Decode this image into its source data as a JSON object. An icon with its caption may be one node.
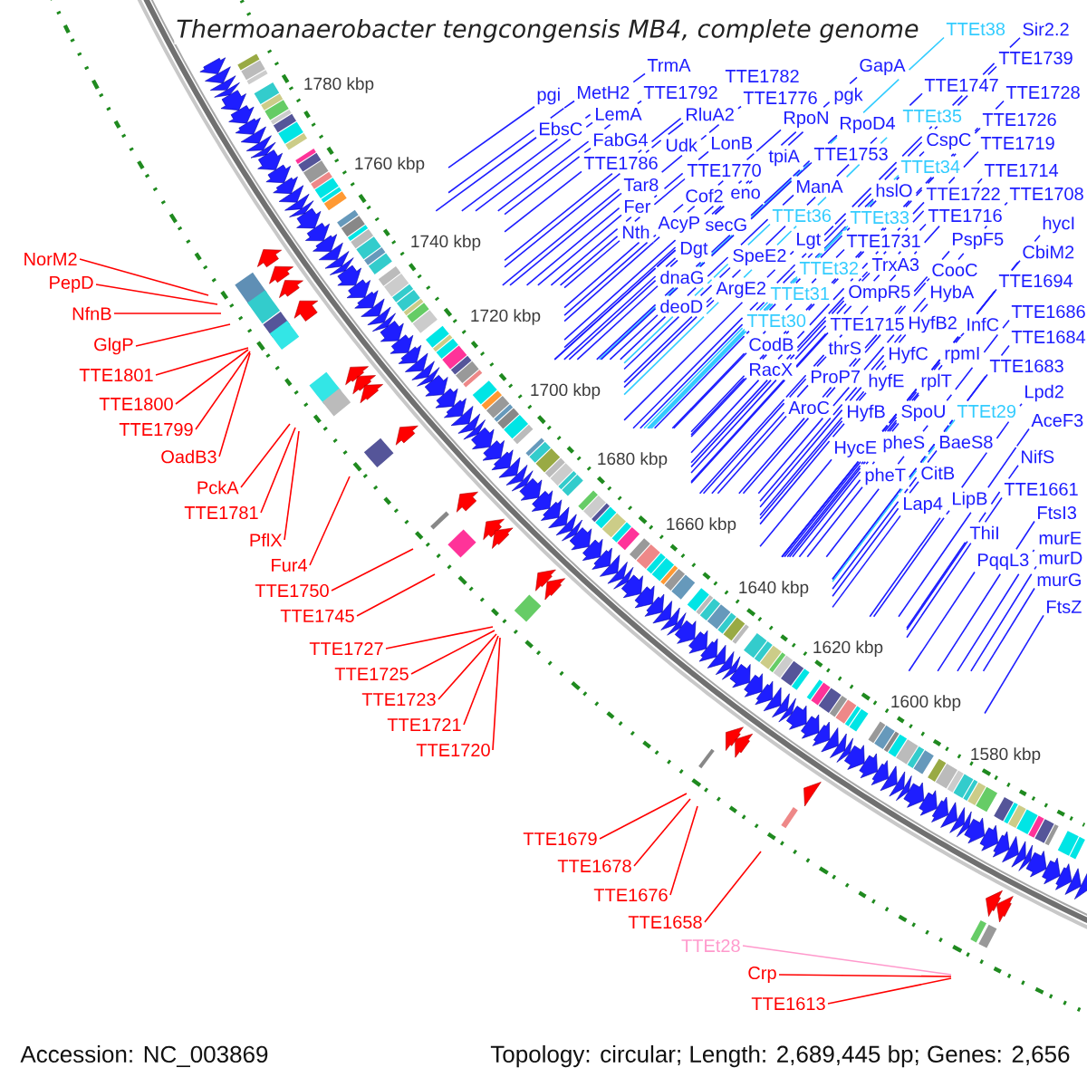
{
  "diagram": {
    "title": "Thermoanaerobacter tengcongensis MB4, complete genome",
    "nodes": [
      {
        "text": [
          "TTEt38"
        ]
      },
      {
        "text": [
          "Sir2.2"
        ]
      },
      {
        "text": [
          "TTE1739"
        ]
      },
      {
        "text": [
          "TrmA"
        ]
      },
      {
        "text": [
          "GapA"
        ]
      },
      {
        "text": [
          "TTE1782"
        ]
      },
      {
        "text": [
          "TTE1747"
        ]
      },
      {
        "text": [
          "MetH2"
        ]
      },
      {
        "text": [
          "TTE1792"
        ]
      },
      {
        "text": [
          "TTE1728"
        ]
      },
      {
        "text": [
          "pgi"
        ]
      },
      {
        "text": [
          "pgk"
        ]
      },
      {
        "text": [
          "TTE1776"
        ]
      },
      {
        "text": [
          "LemA"
        ]
      },
      {
        "text": [
          "RluA2"
        ]
      },
      {
        "text": [
          "TTEt35"
        ]
      },
      {
        "text": [
          "RpoN"
        ]
      },
      {
        "text": [
          "TTE1726"
        ]
      },
      {
        "text": [
          "RpoD4"
        ]
      },
      {
        "text": [
          "EbsC"
        ]
      },
      {
        "text": [
          "FabG4"
        ]
      },
      {
        "text": [
          "CspC"
        ]
      },
      {
        "text": [
          "LonB"
        ]
      },
      {
        "text": [
          "TTE1719"
        ]
      },
      {
        "text": [
          "Udk"
        ]
      },
      {
        "text": [
          "TTE1753"
        ]
      },
      {
        "text": [
          "tpiA"
        ]
      },
      {
        "text": [
          "TTE1786"
        ]
      },
      {
        "text": [
          "TTEt34"
        ]
      },
      {
        "text": [
          "TTE1770"
        ]
      },
      {
        "text": [
          "TTE1714"
        ]
      },
      {
        "text": [
          "Tar8"
        ]
      },
      {
        "text": [
          "ManA"
        ]
      },
      {
        "text": [
          "hslO"
        ]
      },
      {
        "text": [
          "eno"
        ]
      },
      {
        "text": [
          "TTE1722"
        ]
      },
      {
        "text": [
          "TTE1708"
        ]
      },
      {
        "text": [
          "Cof2"
        ]
      },
      {
        "text": [
          "Fer"
        ]
      },
      {
        "text": [
          "TTEt36"
        ]
      },
      {
        "text": [
          "TTE1716"
        ]
      },
      {
        "text": [
          "TTEt33"
        ]
      },
      {
        "text": [
          "AcyP"
        ]
      },
      {
        "text": [
          "secG"
        ]
      },
      {
        "text": [
          "hycI"
        ]
      },
      {
        "text": [
          "Nth"
        ]
      },
      {
        "text": [
          "Lgt"
        ]
      },
      {
        "text": [
          "TTE1731"
        ]
      },
      {
        "text": [
          "PspF5"
        ]
      },
      {
        "text": [
          "Dgt"
        ]
      },
      {
        "text": [
          "CbiM2"
        ]
      },
      {
        "text": [
          "SpeE2"
        ]
      },
      {
        "text": [
          "TrxA3"
        ]
      },
      {
        "text": [
          "TTEt32"
        ]
      },
      {
        "text": [
          "CooC"
        ]
      },
      {
        "text": [
          "dnaG"
        ]
      },
      {
        "text": [
          "TTE1694"
        ]
      },
      {
        "text": [
          "ArgE2"
        ]
      },
      {
        "text": [
          "TTEt31"
        ]
      },
      {
        "text": [
          "OmpR5"
        ]
      },
      {
        "text": [
          "HybA"
        ]
      },
      {
        "text": [
          "deoD"
        ]
      },
      {
        "text": [
          "TTE1686"
        ]
      },
      {
        "text": [
          "TTEt30"
        ]
      },
      {
        "text": [
          "TTE1715"
        ]
      },
      {
        "text": [
          "HyfB2"
        ]
      },
      {
        "text": [
          "InfC"
        ]
      },
      {
        "text": [
          "TTE1684"
        ]
      },
      {
        "text": [
          "CodB"
        ]
      },
      {
        "text": [
          "thrS"
        ]
      },
      {
        "text": [
          "HyfC"
        ]
      },
      {
        "text": [
          "rpmI"
        ]
      },
      {
        "text": [
          "TTE1683"
        ]
      },
      {
        "text": [
          "RacX"
        ]
      },
      {
        "text": [
          "ProP7"
        ]
      },
      {
        "text": [
          "hyfE"
        ]
      },
      {
        "text": [
          "rplT"
        ]
      },
      {
        "text": [
          "Lpd2"
        ]
      },
      {
        "text": [
          "AroC"
        ]
      },
      {
        "text": [
          "TTEt29"
        ]
      },
      {
        "text": [
          "HyfB"
        ]
      },
      {
        "text": [
          "SpoU"
        ]
      },
      {
        "text": [
          "AceF3"
        ]
      },
      {
        "text": [
          "BaeS8"
        ]
      },
      {
        "text": [
          "pheS"
        ]
      },
      {
        "text": [
          "HycE"
        ]
      },
      {
        "text": [
          "NifS"
        ]
      },
      {
        "text": [
          "CitB"
        ]
      },
      {
        "text": [
          "pheT"
        ]
      },
      {
        "text": [
          "TTE1661"
        ]
      },
      {
        "text": [
          "LipB"
        ]
      },
      {
        "text": [
          "Lap4"
        ]
      },
      {
        "text": [
          "FtsI3"
        ]
      },
      {
        "text": [
          "ThiI"
        ]
      },
      {
        "text": [
          "murE"
        ]
      },
      {
        "text": [
          "murD"
        ]
      },
      {
        "text": [
          "PqqL3"
        ]
      },
      {
        "text": [
          "murG"
        ]
      },
      {
        "text": [
          "FtsZ"
        ]
      },
      {
        "text": [
          "NorM2"
        ]
      },
      {
        "text": [
          "PepD"
        ]
      },
      {
        "text": [
          "NfnB"
        ]
      },
      {
        "text": [
          "GlgP"
        ]
      },
      {
        "text": [
          "TTE1801"
        ]
      },
      {
        "text": [
          "TTE1800"
        ]
      },
      {
        "text": [
          "TTE1799"
        ]
      },
      {
        "text": [
          "OadB3"
        ]
      },
      {
        "text": [
          "PckA"
        ]
      },
      {
        "text": [
          "TTE1781"
        ]
      },
      {
        "text": [
          "PflX"
        ]
      },
      {
        "text": [
          "Fur4"
        ]
      },
      {
        "text": [
          "TTE1750"
        ]
      },
      {
        "text": [
          "TTE1745"
        ]
      },
      {
        "text": [
          "TTE1727"
        ]
      },
      {
        "text": [
          "TTE1725"
        ]
      },
      {
        "text": [
          "TTE1723"
        ]
      },
      {
        "text": [
          "TTE1721"
        ]
      },
      {
        "text": [
          "TTE1720"
        ]
      },
      {
        "text": [
          "TTE1679"
        ]
      },
      {
        "text": [
          "TTE1678"
        ]
      },
      {
        "text": [
          "TTE1676"
        ]
      },
      {
        "text": [
          "TTE1658"
        ]
      },
      {
        "text": [
          "TTEt28"
        ]
      },
      {
        "text": [
          "Crp"
        ]
      },
      {
        "text": [
          "TTE1613"
        ]
      }
    ],
    "edges": [
      {
        "from": 0,
        "to": null,
        "arrow": "none",
        "color": "#33ccff"
      },
      {
        "from": 1,
        "to": null,
        "arrow": "none"
      },
      {
        "from": 2,
        "to": null,
        "arrow": "none"
      },
      {
        "from": 3,
        "to": null,
        "arrow": "none"
      },
      {
        "from": 4,
        "to": null,
        "arrow": "none"
      },
      {
        "from": 5,
        "to": null,
        "arrow": "none"
      },
      {
        "from": 6,
        "to": null,
        "arrow": "none"
      },
      {
        "from": 7,
        "to": null,
        "arrow": "none"
      },
      {
        "from": 8,
        "to": null,
        "arrow": "none"
      },
      {
        "from": 9,
        "to": null,
        "arrow": "none"
      },
      {
        "from": 10,
        "to": null,
        "arrow": "none"
      },
      {
        "from": 11,
        "to": null,
        "arrow": "none"
      },
      {
        "from": 12,
        "to": null,
        "arrow": "none"
      },
      {
        "from": 13,
        "to": null,
        "arrow": "none"
      },
      {
        "from": 14,
        "to": null,
        "arrow": "none"
      },
      {
        "from": 15,
        "to": null,
        "arrow": "none",
        "color": "#33ccff"
      },
      {
        "from": 16,
        "to": null,
        "arrow": "none"
      },
      {
        "from": 17,
        "to": null,
        "arrow": "none"
      },
      {
        "from": 18,
        "to": null,
        "arrow": "none"
      },
      {
        "from": 19,
        "to": null,
        "arrow": "none"
      },
      {
        "from": 20,
        "to": null,
        "arrow": "none"
      },
      {
        "from": 21,
        "to": null,
        "arrow": "none"
      },
      {
        "from": 22,
        "to": null,
        "arrow": "none"
      },
      {
        "from": 23,
        "to": null,
        "arrow": "none"
      },
      {
        "from": 24,
        "to": null,
        "arrow": "none"
      },
      {
        "from": 25,
        "to": null,
        "arrow": "none"
      },
      {
        "from": 26,
        "to": null,
        "arrow": "none"
      },
      {
        "from": 27,
        "to": null,
        "arrow": "none"
      },
      {
        "from": 28,
        "to": null,
        "arrow": "none",
        "color": "#33ccff"
      },
      {
        "from": 29,
        "to": null,
        "arrow": "none"
      },
      {
        "from": 30,
        "to": null,
        "arrow": "none"
      },
      {
        "from": 31,
        "to": null,
        "arrow": "none"
      },
      {
        "from": 32,
        "to": null,
        "arrow": "none"
      },
      {
        "from": 33,
        "to": null,
        "arrow": "none"
      },
      {
        "from": 34,
        "to": null,
        "arrow": "none"
      },
      {
        "from": 35,
        "to": null,
        "arrow": "none"
      },
      {
        "from": 36,
        "to": null,
        "arrow": "none"
      },
      {
        "from": 37,
        "to": null,
        "arrow": "none"
      },
      {
        "from": 38,
        "to": null,
        "arrow": "none"
      },
      {
        "from": 39,
        "to": null,
        "arrow": "none",
        "color": "#33ccff"
      },
      {
        "from": 40,
        "to": null,
        "arrow": "none"
      },
      {
        "from": 41,
        "to": null,
        "arrow": "none",
        "color": "#33ccff"
      },
      {
        "from": 42,
        "to": null,
        "arrow": "none"
      },
      {
        "from": 43,
        "to": null,
        "arrow": "none"
      },
      {
        "from": 44,
        "to": null,
        "arrow": "none"
      },
      {
        "from": 45,
        "to": null,
        "arrow": "none"
      },
      {
        "from": 46,
        "to": null,
        "arrow": "none"
      },
      {
        "from": 47,
        "to": null,
        "arrow": "none"
      },
      {
        "from": 48,
        "to": null,
        "arrow": "none"
      },
      {
        "from": 49,
        "to": null,
        "arrow": "none"
      },
      {
        "from": 50,
        "to": null,
        "arrow": "none"
      },
      {
        "from": 51,
        "to": null,
        "arrow": "none"
      },
      {
        "from": 52,
        "to": null,
        "arrow": "none"
      },
      {
        "from": 53,
        "to": null,
        "arrow": "none",
        "color": "#33ccff"
      },
      {
        "from": 54,
        "to": null,
        "arrow": "none"
      },
      {
        "from": 55,
        "to": null,
        "arrow": "none"
      },
      {
        "from": 56,
        "to": null,
        "arrow": "none"
      },
      {
        "from": 57,
        "to": null,
        "arrow": "none"
      },
      {
        "from": 58,
        "to": null,
        "arrow": "none",
        "color": "#33ccff"
      },
      {
        "from": 59,
        "to": null,
        "arrow": "none"
      },
      {
        "from": 60,
        "to": null,
        "arrow": "none"
      },
      {
        "from": 61,
        "to": null,
        "arrow": "none"
      },
      {
        "from": 62,
        "to": null,
        "arrow": "none"
      },
      {
        "from": 63,
        "to": null,
        "arrow": "none",
        "color": "#33ccff"
      },
      {
        "from": 64,
        "to": null,
        "arrow": "none"
      },
      {
        "from": 65,
        "to": null,
        "arrow": "none"
      },
      {
        "from": 66,
        "to": null,
        "arrow": "none"
      },
      {
        "from": 67,
        "to": null,
        "arrow": "none"
      },
      {
        "from": 68,
        "to": null,
        "arrow": "none"
      },
      {
        "from": 69,
        "to": null,
        "arrow": "none"
      },
      {
        "from": 70,
        "to": null,
        "arrow": "none"
      },
      {
        "from": 71,
        "to": null,
        "arrow": "none"
      },
      {
        "from": 72,
        "to": null,
        "arrow": "none"
      },
      {
        "from": 73,
        "to": null,
        "arrow": "none"
      },
      {
        "from": 74,
        "to": null,
        "arrow": "none"
      },
      {
        "from": 75,
        "to": null,
        "arrow": "none"
      },
      {
        "from": 76,
        "to": null,
        "arrow": "none"
      },
      {
        "from": 77,
        "to": null,
        "arrow": "none"
      },
      {
        "from": 78,
        "to": null,
        "arrow": "none"
      },
      {
        "from": 79,
        "to": null,
        "arrow": "none",
        "color": "#33ccff"
      },
      {
        "from": 80,
        "to": null,
        "arrow": "none"
      },
      {
        "from": 81,
        "to": null,
        "arrow": "none"
      },
      {
        "from": 82,
        "to": null,
        "arrow": "none"
      },
      {
        "from": 83,
        "to": null,
        "arrow": "none"
      },
      {
        "from": 84,
        "to": null,
        "arrow": "none"
      },
      {
        "from": 85,
        "to": null,
        "arrow": "none"
      },
      {
        "from": 86,
        "to": null,
        "arrow": "none"
      },
      {
        "from": 87,
        "to": null,
        "arrow": "none"
      },
      {
        "from": 88,
        "to": null,
        "arrow": "none"
      },
      {
        "from": 89,
        "to": null,
        "arrow": "none"
      },
      {
        "from": 90,
        "to": null,
        "arrow": "none"
      },
      {
        "from": 91,
        "to": null,
        "arrow": "none"
      },
      {
        "from": 92,
        "to": null,
        "arrow": "none"
      },
      {
        "from": 93,
        "to": null,
        "arrow": "none"
      },
      {
        "from": 94,
        "to": null,
        "arrow": "none"
      },
      {
        "from": 95,
        "to": null,
        "arrow": "none"
      },
      {
        "from": 96,
        "to": null,
        "arrow": "none"
      },
      {
        "from": 97,
        "to": null,
        "arrow": "none"
      },
      {
        "from": 98,
        "to": null,
        "arrow": "none"
      },
      {
        "from": 99,
        "to": null,
        "arrow": "none",
        "color": "#ff0000"
      },
      {
        "from": 100,
        "to": null,
        "arrow": "none",
        "color": "#ff0000"
      },
      {
        "from": 101,
        "to": null,
        "arrow": "none",
        "color": "#ff0000"
      },
      {
        "from": 102,
        "to": null,
        "arrow": "none",
        "color": "#ff0000"
      },
      {
        "from": 103,
        "to": null,
        "arrow": "none",
        "color": "#ff0000"
      },
      {
        "from": 104,
        "to": null,
        "arrow": "none",
        "color": "#ff0000"
      },
      {
        "from": 105,
        "to": null,
        "arrow": "none",
        "color": "#ff0000"
      },
      {
        "from": 106,
        "to": null,
        "arrow": "none",
        "color": "#ff0000"
      },
      {
        "from": 107,
        "to": null,
        "arrow": "none",
        "color": "#ff0000"
      },
      {
        "from": 108,
        "to": null,
        "arrow": "none",
        "color": "#ff0000"
      },
      {
        "from": 109,
        "to": null,
        "arrow": "none",
        "color": "#ff0000"
      },
      {
        "from": 110,
        "to": null,
        "arrow": "none",
        "color": "#ff0000"
      },
      {
        "from": 111,
        "to": null,
        "arrow": "none",
        "color": "#ff0000"
      },
      {
        "from": 112,
        "to": null,
        "arrow": "none",
        "color": "#ff0000"
      },
      {
        "from": 113,
        "to": null,
        "arrow": "none",
        "color": "#ff0000"
      },
      {
        "from": 114,
        "to": null,
        "arrow": "none",
        "color": "#ff0000"
      },
      {
        "from": 115,
        "to": null,
        "arrow": "none",
        "color": "#ff0000"
      },
      {
        "from": 116,
        "to": null,
        "arrow": "none",
        "color": "#ff0000"
      },
      {
        "from": 117,
        "to": null,
        "arrow": "none",
        "color": "#ff0000"
      },
      {
        "from": 118,
        "to": null,
        "arrow": "none",
        "color": "#ff0000"
      },
      {
        "from": 119,
        "to": null,
        "arrow": "none",
        "color": "#ff0000"
      },
      {
        "from": 120,
        "to": null,
        "arrow": "none",
        "color": "#ff0000"
      },
      {
        "from": 121,
        "to": null,
        "arrow": "none",
        "color": "#ff0000"
      },
      {
        "from": 122,
        "to": null,
        "arrow": "none",
        "color": "#ff99cc"
      },
      {
        "from": 123,
        "to": null,
        "arrow": "none",
        "color": "#ff0000"
      },
      {
        "from": 124,
        "to": null,
        "arrow": "none",
        "color": "#ff0000"
      }
    ],
    "labels": [
      "1780 kbp",
      "1760 kbp",
      "1740 kbp",
      "1720 kbp",
      "1700 kbp",
      "1680 kbp",
      "1660 kbp",
      "1640 kbp",
      "1620 kbp",
      "1600 kbp",
      "1580 kbp",
      "Accession: NC_003869",
      "Topology: circular; Length: 2,689,445 bp; Genes: 2,656"
    ]
  }
}
